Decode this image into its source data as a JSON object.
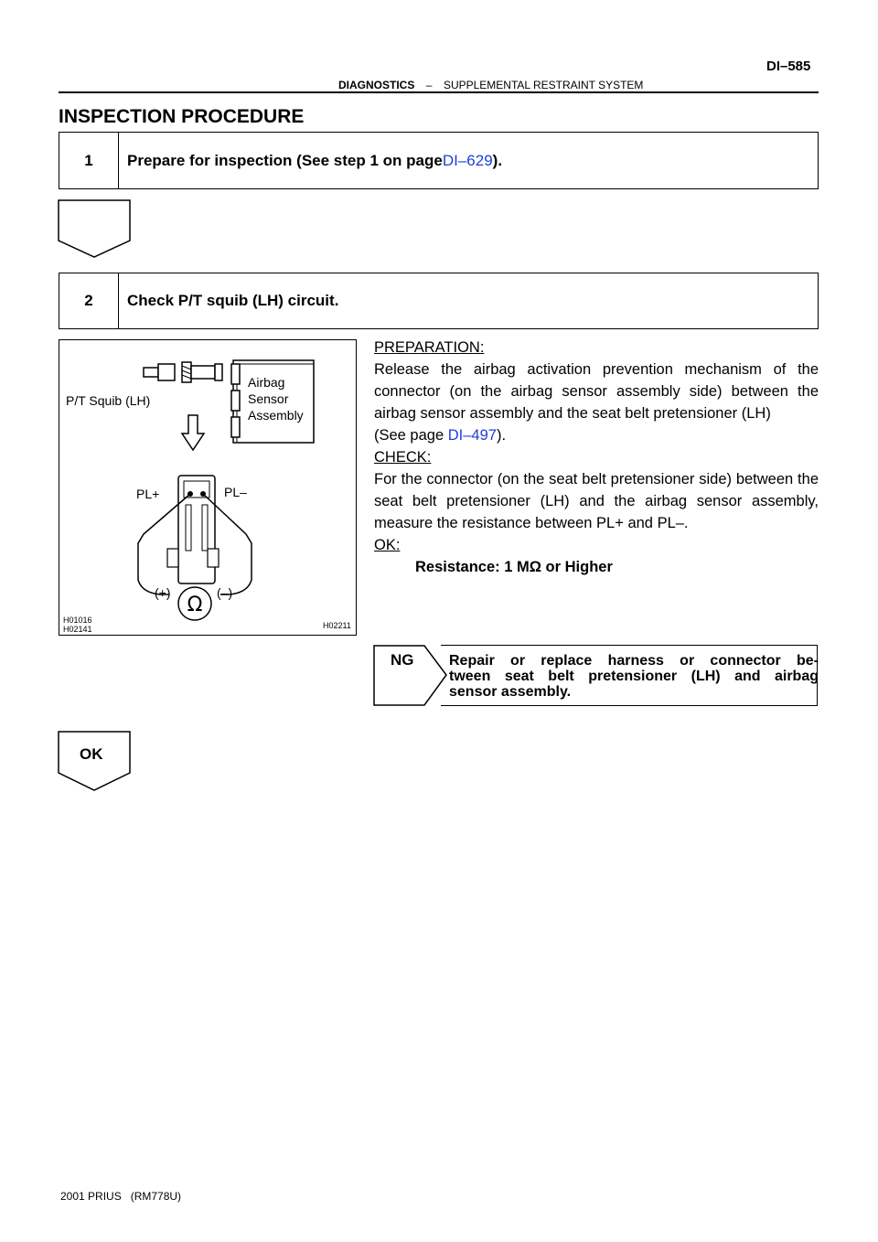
{
  "header": {
    "section": "DIAGNOSTICS",
    "separator": "–",
    "subsection": "SUPPLEMENTAL RESTRAINT SYSTEM",
    "page_number": "DI–585"
  },
  "title": "INSPECTION PROCEDURE",
  "steps": [
    {
      "number": "1",
      "text_before": "Prepare for inspection (See step 1 on page ",
      "link": "DI–629",
      "text_after": ")."
    },
    {
      "number": "2",
      "text": "Check P/T squib (LH) circuit."
    }
  ],
  "figure": {
    "label_squib": "P/T Squib (LH)",
    "label_airbag_1": "Airbag",
    "label_airbag_2": "Sensor",
    "label_airbag_3": "Assembly",
    "label_pl_plus": "PL+",
    "label_pl_minus": "PL–",
    "label_plus": "(+)",
    "label_minus": "(–)",
    "code_1": "H01016",
    "code_2": "H02141",
    "code_3": "H02211"
  },
  "instructions": {
    "preparation_heading": "PREPARATION:",
    "preparation_text": "Release the airbag activation prevention mechanism of the connector (on the airbag sensor assembly side) between the airbag sensor assembly and the seat belt pretensioner (LH)",
    "see_page_before": "(See page ",
    "see_page_link": "DI–497",
    "see_page_after": ").",
    "check_heading": "CHECK:",
    "check_text": "For the connector (on the seat belt pretensioner side) between the seat belt pretensioner (LH) and the airbag sensor assembly, measure the resistance between PL+ and PL–.",
    "ok_heading": "OK:",
    "ok_value": "Resistance: 1 MΩ or Higher"
  },
  "ng": {
    "label": "NG",
    "text": "Repair or replace harness or connector between seat belt pretensioner (LH) and airbag sensor assembly.",
    "line1": "Repair or replace harness or connector be-",
    "line2": "tween seat belt pretensioner (LH) and airbag",
    "line3": "sensor assembly."
  },
  "ok_arrow_label": "OK",
  "footer": "2001 PRIUS   (RM778U)",
  "colors": {
    "link": "#1f3fd6"
  }
}
